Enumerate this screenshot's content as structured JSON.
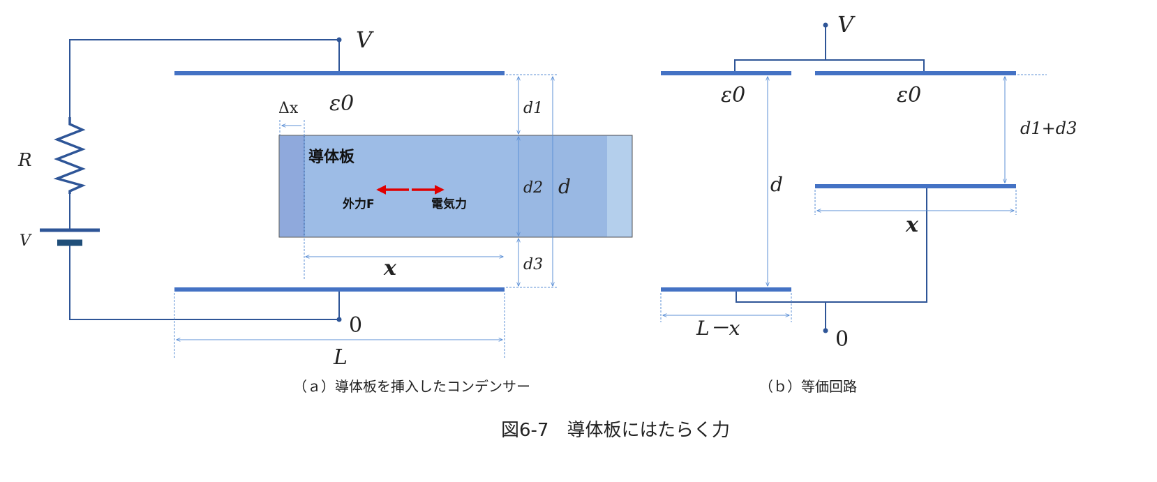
{
  "colors": {
    "plate": "#4472c4",
    "wire": "#2e5597",
    "dim_line": "#5b8fd6",
    "slab_fill": "#9dbce6",
    "slab_dark": "#8fa9dc",
    "slab_light": "#b4cfec",
    "arrow": "#e00000"
  },
  "panel_a": {
    "label_V_top": "V",
    "label_zero": "0",
    "label_R": "R",
    "label_V_battery": "V",
    "label_eps": "ε0",
    "label_dx": "Δx",
    "label_slab": "導体板",
    "label_force_ext": "外力F",
    "label_force_elec": "電気力",
    "label_d1": "d1",
    "label_d2": "d2",
    "label_d3": "d3",
    "label_d": "d",
    "label_x": "x",
    "label_L": "L",
    "caption": "（ａ）導体板を挿入したコンデンサー"
  },
  "panel_b": {
    "label_V_top": "V",
    "label_eps_left": "ε0",
    "label_eps_right": "ε0",
    "label_d1d3": "d1+d3",
    "label_d": "d",
    "label_x": "x",
    "label_Lx": "L－x",
    "label_zero": "0",
    "caption": "（ｂ）等価回路"
  },
  "figure_caption": "図6-7　導体板にはたらく力"
}
